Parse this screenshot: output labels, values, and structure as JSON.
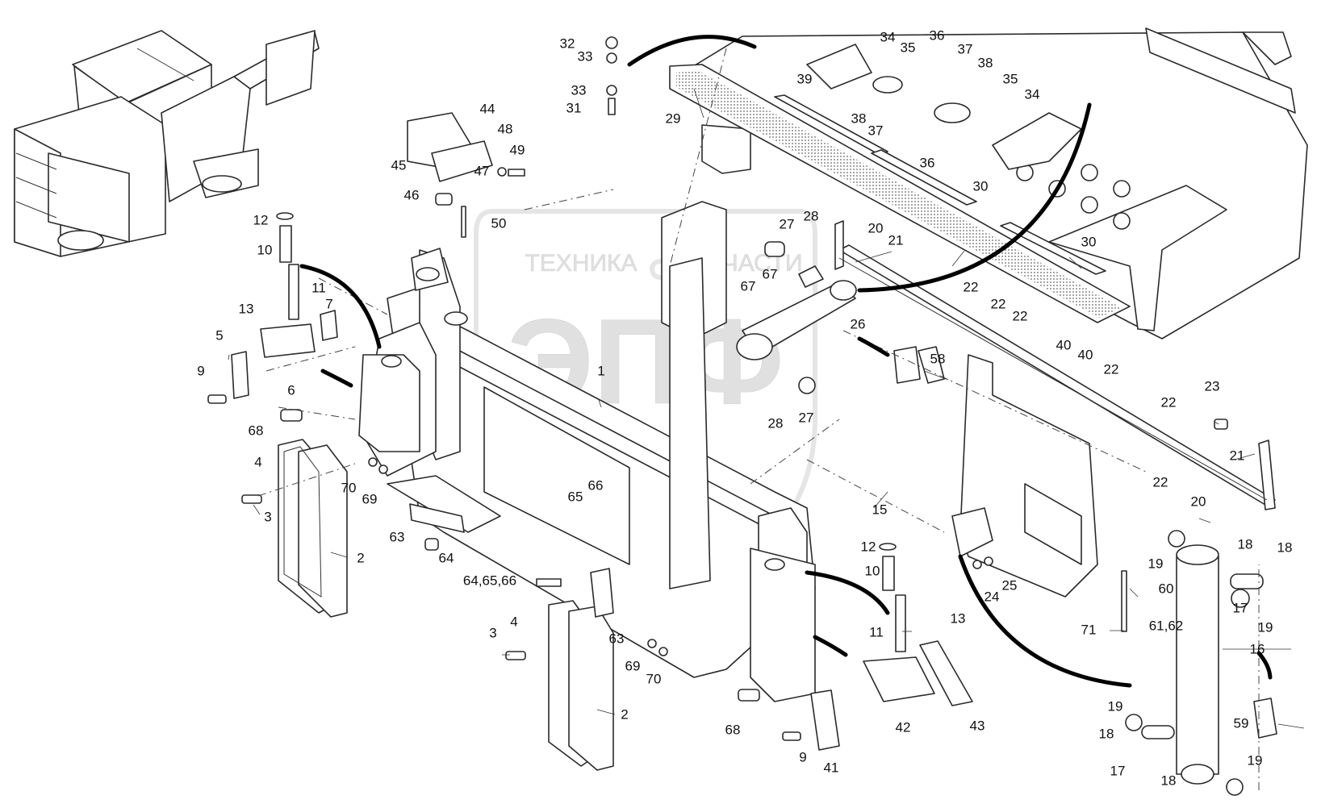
{
  "watermark": {
    "left_text": "ТЕХНИКА",
    "right_text": "ЗАПЧАСТИ",
    "logo_text": "ЭПФ"
  },
  "callouts": [
    {
      "id": "c1",
      "text": "1"
    },
    {
      "id": "c2a",
      "text": "2"
    },
    {
      "id": "c2b",
      "text": "2"
    },
    {
      "id": "c3a",
      "text": "3"
    },
    {
      "id": "c3b",
      "text": "3"
    },
    {
      "id": "c4a",
      "text": "4"
    },
    {
      "id": "c4b",
      "text": "4"
    },
    {
      "id": "c5",
      "text": "5"
    },
    {
      "id": "c6",
      "text": "6"
    },
    {
      "id": "c7",
      "text": "7"
    },
    {
      "id": "c9a",
      "text": "9"
    },
    {
      "id": "c9b",
      "text": "9"
    },
    {
      "id": "c10a",
      "text": "10"
    },
    {
      "id": "c10b",
      "text": "10"
    },
    {
      "id": "c11a",
      "text": "11"
    },
    {
      "id": "c11b",
      "text": "11"
    },
    {
      "id": "c12a",
      "text": "12"
    },
    {
      "id": "c12b",
      "text": "12"
    },
    {
      "id": "c13a",
      "text": "13"
    },
    {
      "id": "c13b",
      "text": "13"
    },
    {
      "id": "c15",
      "text": "15"
    },
    {
      "id": "c16",
      "text": "16"
    },
    {
      "id": "c17a",
      "text": "17"
    },
    {
      "id": "c17b",
      "text": "17"
    },
    {
      "id": "c18a",
      "text": "18"
    },
    {
      "id": "c18b",
      "text": "18"
    },
    {
      "id": "c18c",
      "text": "18"
    },
    {
      "id": "c18d",
      "text": "18"
    },
    {
      "id": "c19a",
      "text": "19"
    },
    {
      "id": "c19b",
      "text": "19"
    },
    {
      "id": "c19c",
      "text": "19"
    },
    {
      "id": "c19d",
      "text": "19"
    },
    {
      "id": "c20a",
      "text": "20"
    },
    {
      "id": "c20b",
      "text": "20"
    },
    {
      "id": "c21a",
      "text": "21"
    },
    {
      "id": "c21b",
      "text": "21"
    },
    {
      "id": "c22a",
      "text": "22"
    },
    {
      "id": "c22b",
      "text": "22"
    },
    {
      "id": "c22c",
      "text": "22"
    },
    {
      "id": "c22d",
      "text": "22"
    },
    {
      "id": "c22e",
      "text": "22"
    },
    {
      "id": "c22f",
      "text": "22"
    },
    {
      "id": "c23",
      "text": "23"
    },
    {
      "id": "c24",
      "text": "24"
    },
    {
      "id": "c25",
      "text": "25"
    },
    {
      "id": "c26",
      "text": "26"
    },
    {
      "id": "c27a",
      "text": "27"
    },
    {
      "id": "c27b",
      "text": "27"
    },
    {
      "id": "c28a",
      "text": "28"
    },
    {
      "id": "c28b",
      "text": "28"
    },
    {
      "id": "c29",
      "text": "29"
    },
    {
      "id": "c30a",
      "text": "30"
    },
    {
      "id": "c30b",
      "text": "30"
    },
    {
      "id": "c31",
      "text": "31"
    },
    {
      "id": "c32",
      "text": "32"
    },
    {
      "id": "c33a",
      "text": "33"
    },
    {
      "id": "c33b",
      "text": "33"
    },
    {
      "id": "c34a",
      "text": "34"
    },
    {
      "id": "c34b",
      "text": "34"
    },
    {
      "id": "c35a",
      "text": "35"
    },
    {
      "id": "c35b",
      "text": "35"
    },
    {
      "id": "c36a",
      "text": "36"
    },
    {
      "id": "c36b",
      "text": "36"
    },
    {
      "id": "c37a",
      "text": "37"
    },
    {
      "id": "c37b",
      "text": "37"
    },
    {
      "id": "c38a",
      "text": "38"
    },
    {
      "id": "c38b",
      "text": "38"
    },
    {
      "id": "c39",
      "text": "39"
    },
    {
      "id": "c40a",
      "text": "40"
    },
    {
      "id": "c40b",
      "text": "40"
    },
    {
      "id": "c41",
      "text": "41"
    },
    {
      "id": "c42",
      "text": "42"
    },
    {
      "id": "c43",
      "text": "43"
    },
    {
      "id": "c44",
      "text": "44"
    },
    {
      "id": "c45",
      "text": "45"
    },
    {
      "id": "c46",
      "text": "46"
    },
    {
      "id": "c47",
      "text": "47"
    },
    {
      "id": "c48",
      "text": "48"
    },
    {
      "id": "c49",
      "text": "49"
    },
    {
      "id": "c50",
      "text": "50"
    },
    {
      "id": "c58",
      "text": "58"
    },
    {
      "id": "c59",
      "text": "59"
    },
    {
      "id": "c60",
      "text": "60"
    },
    {
      "id": "c6162",
      "text": "61,62"
    },
    {
      "id": "c63a",
      "text": "63"
    },
    {
      "id": "c63b",
      "text": "63"
    },
    {
      "id": "c64",
      "text": "64"
    },
    {
      "id": "c646566",
      "text": "64,65,66"
    },
    {
      "id": "c65",
      "text": "65"
    },
    {
      "id": "c66",
      "text": "66"
    },
    {
      "id": "c67a",
      "text": "67"
    },
    {
      "id": "c67b",
      "text": "67"
    },
    {
      "id": "c68a",
      "text": "68"
    },
    {
      "id": "c68b",
      "text": "68"
    },
    {
      "id": "c69a",
      "text": "69"
    },
    {
      "id": "c69b",
      "text": "69"
    },
    {
      "id": "c70a",
      "text": "70"
    },
    {
      "id": "c70b",
      "text": "70"
    },
    {
      "id": "c71",
      "text": "71"
    }
  ]
}
